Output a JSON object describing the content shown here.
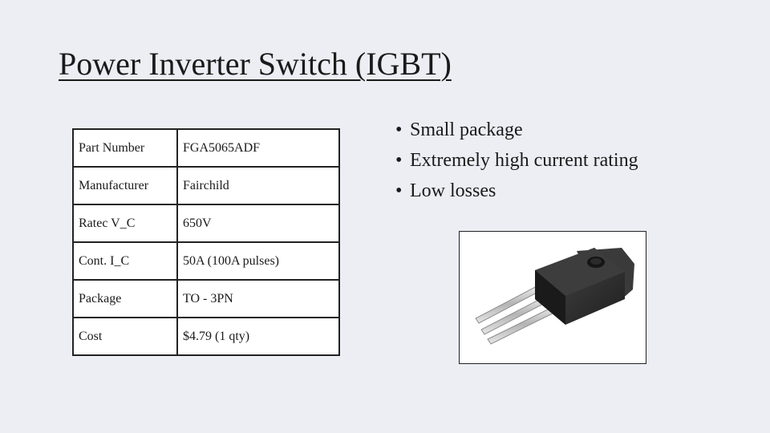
{
  "slide": {
    "title": "Power Inverter Switch (IGBT)"
  },
  "spec_table": {
    "rows": [
      {
        "label": "Part Number",
        "value": "FGA5065ADF"
      },
      {
        "label": "Manufacturer",
        "value": "Fairchild"
      },
      {
        "label": "Ratec V_C",
        "value": "650V"
      },
      {
        "label": "Cont. I_C",
        "value": "50A (100A pulses)"
      },
      {
        "label": "Package",
        "value": "TO - 3PN"
      },
      {
        "label": "Cost",
        "value": "$4.79 (1 qty)"
      }
    ]
  },
  "bullets": {
    "marker": "•",
    "items": [
      "Small package",
      "Extremely high current rating",
      "Low losses"
    ]
  },
  "image": {
    "icon": "igbt-to3pn-package-icon"
  }
}
